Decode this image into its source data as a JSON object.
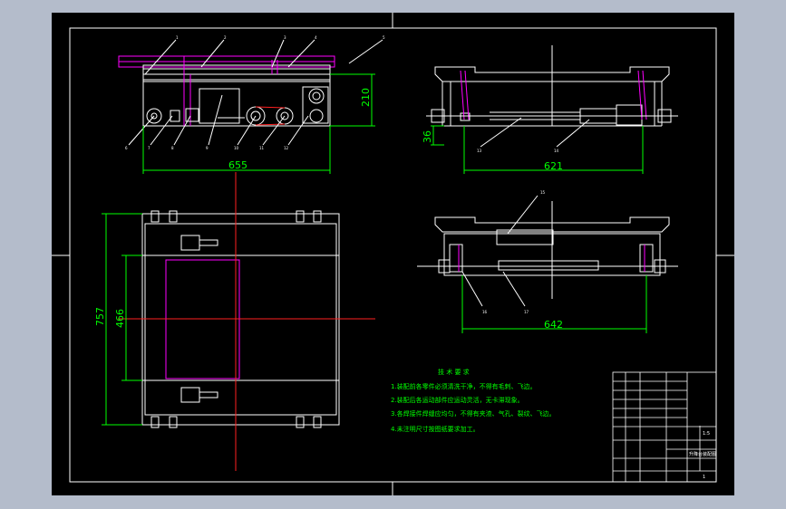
{
  "drawing": {
    "background": "#b4bccb",
    "paper": "#000000",
    "colors": {
      "outline": "#ffffff",
      "dimension": "#00ff00",
      "highlight": "#ff00ff",
      "centerline": "#ff2020",
      "notes": "#00ff00",
      "leader": "#ffffff"
    }
  },
  "dimensions": {
    "front_width": "655",
    "front_height": "210",
    "side_width": "621",
    "side_height": "36",
    "plan_height_outer": "757",
    "plan_height_inner": "466",
    "lower_width": "642"
  },
  "notes": {
    "heading": "技 术 要 求",
    "lines": [
      "1.装配前各零件必须清洗干净，不得有毛刺、飞边。",
      "2.装配后各运动部件应运动灵活，无卡滞现象。",
      "3.各焊接件焊缝应均匀，不得有夹渣、气孔、裂纹、飞边。",
      "4.未注明尺寸按图纸要求加工。"
    ]
  },
  "balloons": {
    "front_top": [
      "1",
      "2",
      "3",
      "4",
      "5"
    ],
    "front_bottom": [
      "6",
      "7",
      "8",
      "9",
      "10",
      "11",
      "12"
    ],
    "side_upper": [
      "13",
      "14"
    ],
    "side_lower_top": [
      "15"
    ],
    "side_lower_bottom": [
      "16",
      "17"
    ]
  },
  "title_block": {
    "drawing_title": "升降台装配图",
    "scale": "1:5",
    "sheet": "1"
  }
}
